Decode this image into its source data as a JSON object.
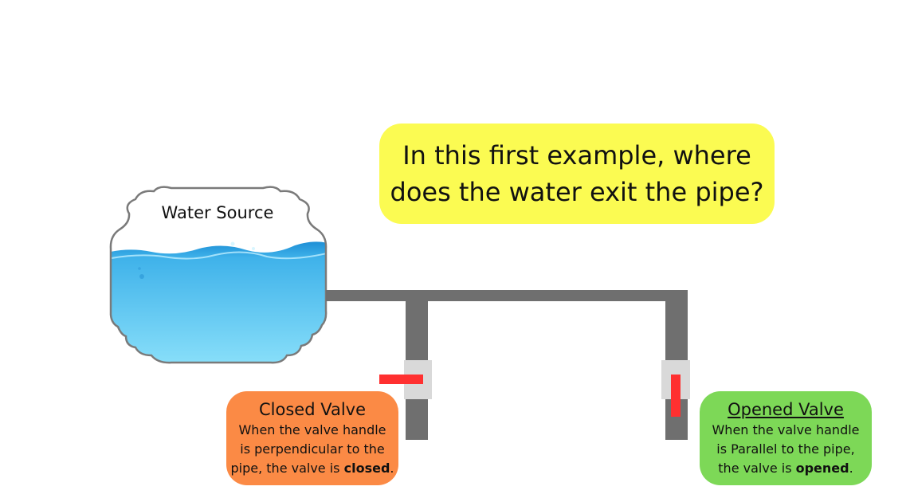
{
  "question": {
    "line1": "In this first example, where",
    "line2": "does the water exit the pipe?"
  },
  "water_source": {
    "label": "Water Source"
  },
  "closed_valve": {
    "title": "Closed Valve",
    "line1": "When the valve handle",
    "line2": "is perpendicular to the",
    "line3_pre": "pipe, the valve is ",
    "line3_bold": "closed",
    "line3_post": "."
  },
  "opened_valve": {
    "title": "Opened Valve",
    "line1": "When the valve handle",
    "line2": "is Parallel to the pipe,",
    "line3_pre": "the valve is ",
    "line3_bold": "opened",
    "line3_post": "."
  },
  "colors": {
    "pipe": "#6f6f6f",
    "valve_body": "#d9d9d9",
    "valve_handle": "#ff3030",
    "water": "#55c6f2",
    "question_bg": "#fbfb52",
    "closed_bg": "#fb8a45",
    "opened_bg": "#7dd857"
  }
}
